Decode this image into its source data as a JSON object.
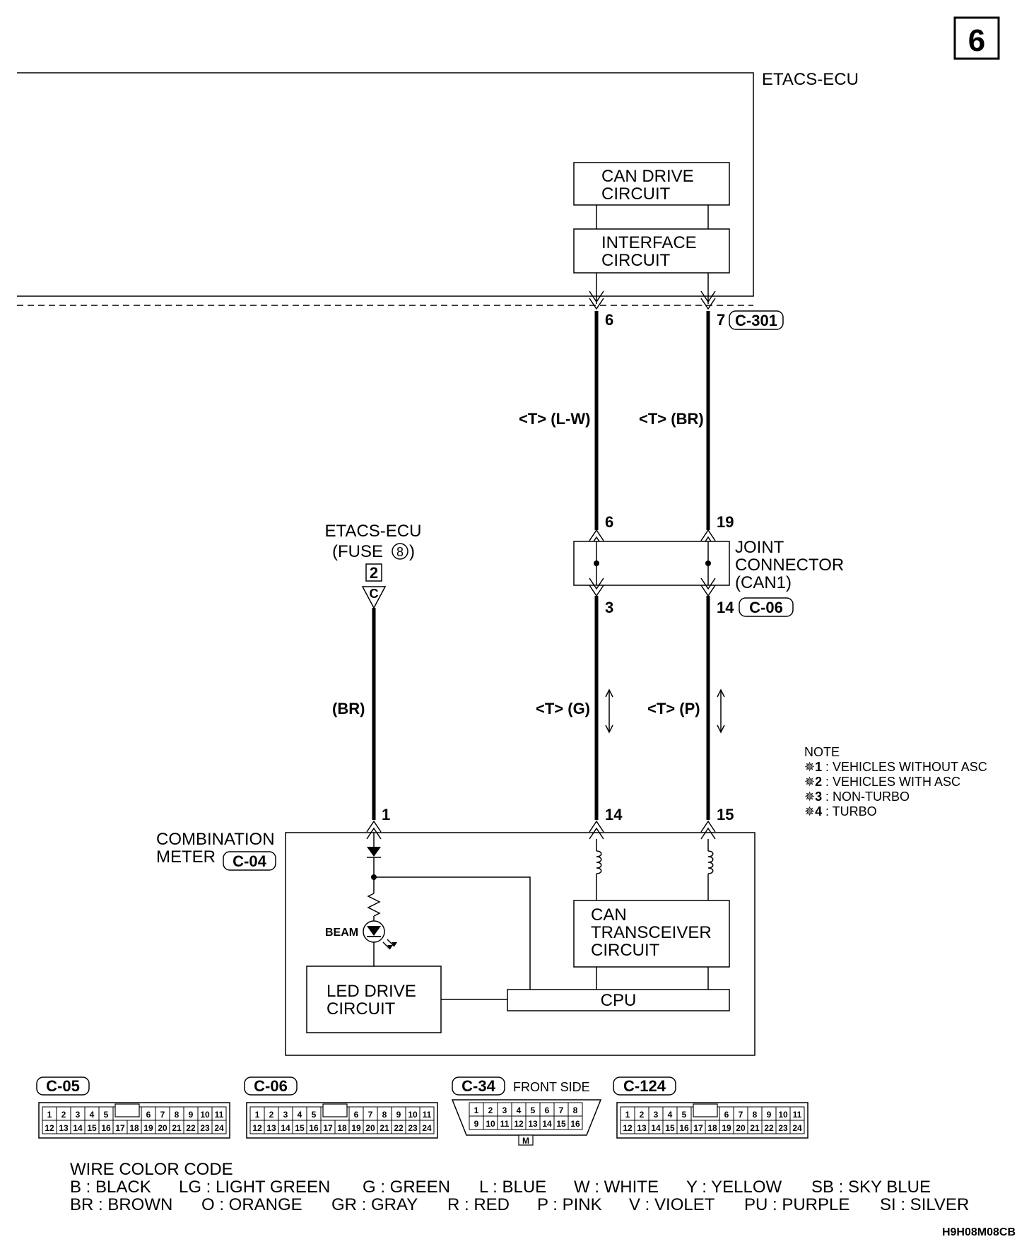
{
  "page_number": "6",
  "etacs_ecu": {
    "label": "ETACS-ECU",
    "can_drive_circuit": [
      "CAN DRIVE",
      "CIRCUIT"
    ],
    "interface_circuit": [
      "INTERFACE",
      "CIRCUIT"
    ],
    "connector": "C-301",
    "pins": {
      "left": "6",
      "right": "7"
    }
  },
  "wires": {
    "can_upper_left": "<T> (L-W)",
    "can_upper_right": "<T> (BR)",
    "can_lower_left": "<T> (G)",
    "can_lower_right": "<T> (P)",
    "power": "(BR)"
  },
  "power_source": {
    "label": "ETACS-ECU",
    "fuse_text": "(FUSE",
    "fuse_number": "8",
    "fuse_close": ")",
    "box_number": "2",
    "terminal": "C"
  },
  "joint_connector": {
    "label": [
      "JOINT",
      "CONNECTOR",
      "(CAN1)"
    ],
    "connector": "C-06",
    "pins_top": {
      "left": "6",
      "right": "19"
    },
    "pins_bottom": {
      "left": "3",
      "right": "14"
    }
  },
  "combination_meter": {
    "label": [
      "COMBINATION",
      "METER"
    ],
    "connector": "C-04",
    "pins": {
      "power": "1",
      "can_h": "14",
      "can_l": "15"
    },
    "beam_label": "BEAM",
    "can_transceiver": [
      "CAN",
      "TRANSCEIVER",
      "CIRCUIT"
    ],
    "led_drive": [
      "LED DRIVE",
      "CIRCUIT"
    ],
    "cpu": "CPU"
  },
  "note": {
    "title": "NOTE",
    "items": [
      {
        "mark": "✵1",
        "text": ": VEHICLES WITHOUT ASC"
      },
      {
        "mark": "✵2",
        "text": ": VEHICLES WITH ASC"
      },
      {
        "mark": "✵3",
        "text": ": NON-TURBO"
      },
      {
        "mark": "✵4",
        "text": ": TURBO"
      }
    ]
  },
  "connectors": [
    {
      "id": "C-05",
      "top_pins": [
        "1",
        "2",
        "3",
        "4",
        "5",
        "6",
        "7",
        "8",
        "9",
        "10",
        "11"
      ],
      "bottom_pins": [
        "12",
        "13",
        "14",
        "15",
        "16",
        "17",
        "18",
        "19",
        "20",
        "21",
        "22",
        "23",
        "24"
      ]
    },
    {
      "id": "C-06",
      "top_pins": [
        "1",
        "2",
        "3",
        "4",
        "5",
        "6",
        "7",
        "8",
        "9",
        "10",
        "11"
      ],
      "bottom_pins": [
        "12",
        "13",
        "14",
        "15",
        "16",
        "17",
        "18",
        "19",
        "20",
        "21",
        "22",
        "23",
        "24"
      ]
    },
    {
      "id": "C-34",
      "side_label": "FRONT SIDE",
      "top_pins": [
        "1",
        "2",
        "3",
        "4",
        "5",
        "6",
        "7",
        "8"
      ],
      "bottom_pins": [
        "9",
        "10",
        "11",
        "12",
        "13",
        "14",
        "15",
        "16"
      ],
      "key": "M"
    },
    {
      "id": "C-124",
      "top_pins": [
        "1",
        "2",
        "3",
        "4",
        "5",
        "6",
        "7",
        "8",
        "9",
        "10",
        "11"
      ],
      "bottom_pins": [
        "12",
        "13",
        "14",
        "15",
        "16",
        "17",
        "18",
        "19",
        "20",
        "21",
        "22",
        "23",
        "24"
      ]
    }
  ],
  "wire_color_code": {
    "title": "WIRE COLOR CODE",
    "row1": [
      "B : BLACK",
      "LG : LIGHT GREEN",
      "G : GREEN",
      "L : BLUE",
      "W : WHITE",
      "Y : YELLOW",
      "SB : SKY BLUE"
    ],
    "row2": [
      "BR : BROWN",
      "O : ORANGE",
      "GR : GRAY",
      "R : RED",
      "P : PINK",
      "V : VIOLET",
      "PU : PURPLE",
      "SI : SILVER"
    ]
  },
  "figure_code": "H9H08M08CB"
}
